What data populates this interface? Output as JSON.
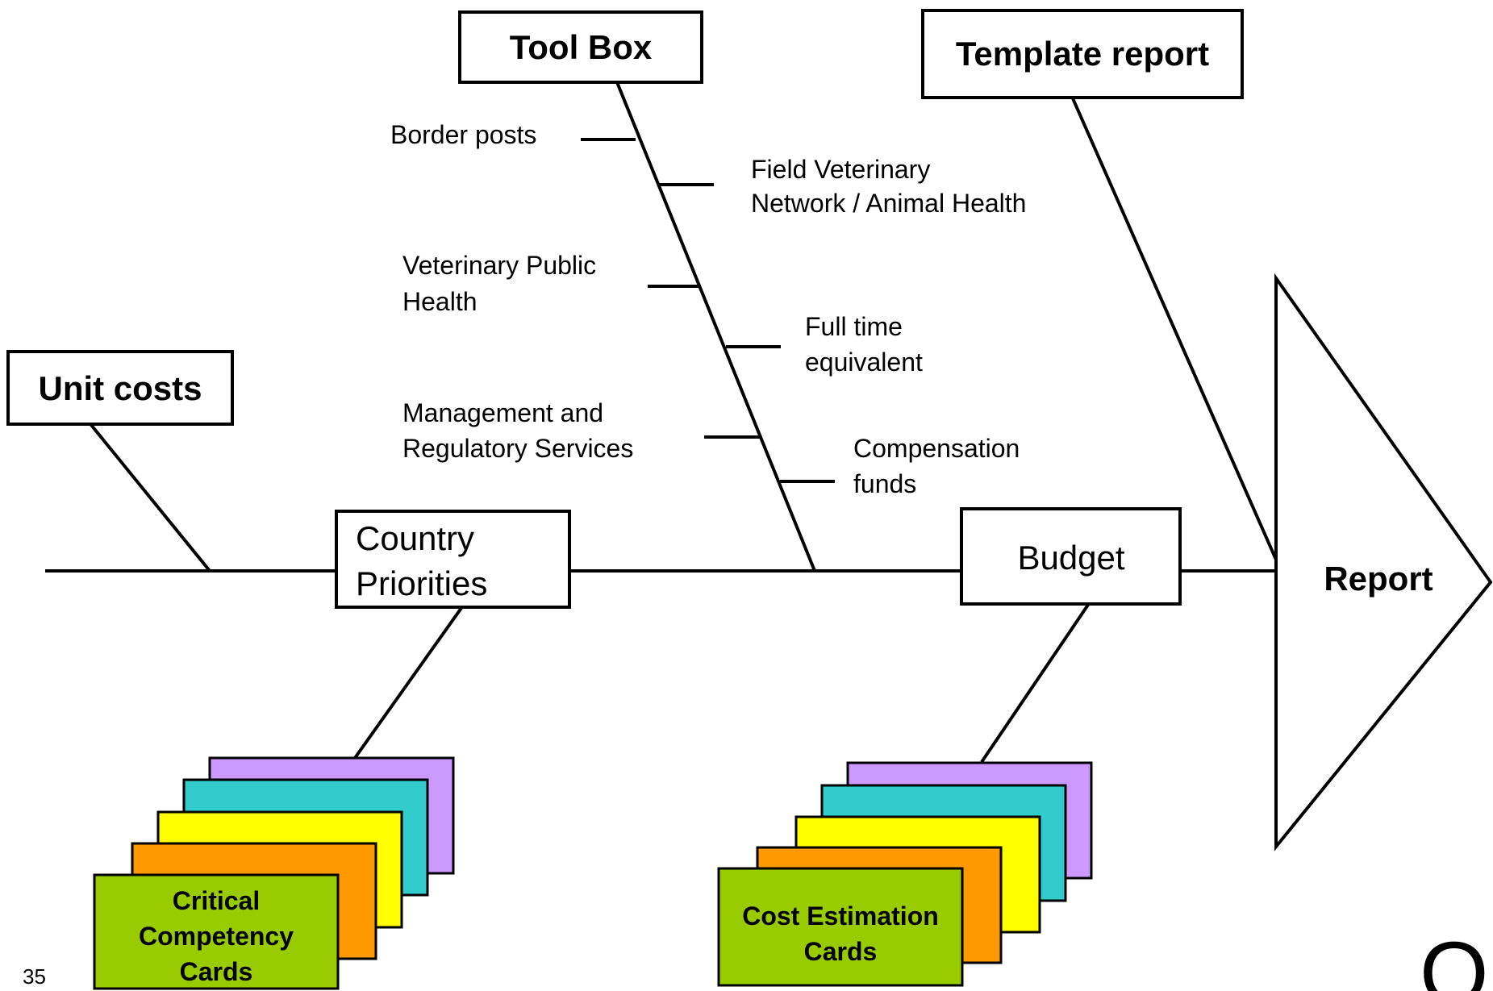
{
  "boxes": {
    "tool_box": "Tool Box",
    "template_report": "Template report",
    "unit_costs": "Unit costs",
    "country_priorities": [
      "Country",
      "Priorities"
    ],
    "budget": "Budget",
    "report": "Report"
  },
  "branches": {
    "border_posts": [
      "Border posts"
    ],
    "field_veterinary": [
      "Field Veterinary",
      "Network / Animal Health"
    ],
    "veterinary_public_health": [
      "Veterinary Public",
      "Health"
    ],
    "full_time_equivalent": [
      "Full time",
      "equivalent"
    ],
    "management_regulatory": [
      "Management and",
      "Regulatory Services"
    ],
    "compensation_funds": [
      "Compensation",
      "funds"
    ]
  },
  "cards": {
    "critical_competency": [
      "Critical",
      "Competency",
      "Cards"
    ],
    "cost_estimation": [
      "Cost Estimation",
      "Cards"
    ]
  },
  "slide_number": "35",
  "logo_text": "Oie",
  "colors": {
    "card_purple": "#CC99FF",
    "card_teal": "#33CCCC",
    "card_yellow": "#FFFF00",
    "card_orange": "#FF9900",
    "card_green": "#99CC00",
    "logo": "#8B1A1A"
  }
}
